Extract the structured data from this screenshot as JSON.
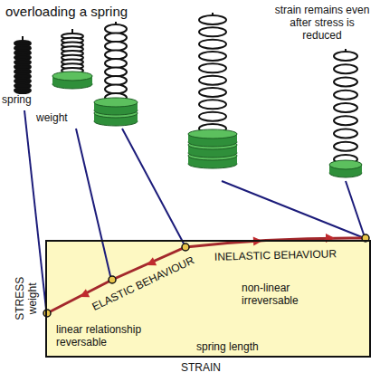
{
  "diagram": {
    "title": "overloading a spring",
    "nodes": [
      {
        "text": [
          "ELASTIC BEHAVIOUR",
          "INELASTIC BEHAVIOUR",
          "linear relationship reversable",
          "non-linear irreversable",
          "spring length"
        ]
      }
    ],
    "labels": [
      "strain remains even after stress is reduced",
      "spring",
      "weight",
      "STRESS weight",
      "STRAIN"
    ]
  }
}
